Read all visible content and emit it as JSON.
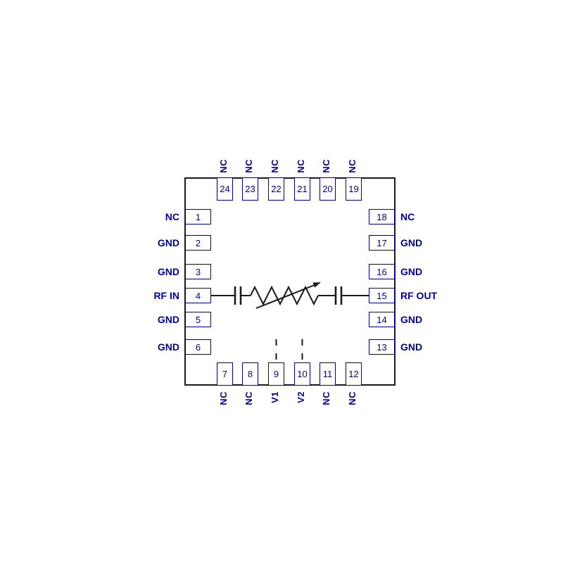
{
  "diagram": {
    "description": "24-pin package pin configuration with internal voltage variable attenuator schematic"
  },
  "pins": {
    "left": [
      {
        "number": "1",
        "label": "NC"
      },
      {
        "number": "2",
        "label": "GND"
      },
      {
        "number": "3",
        "label": "GND"
      },
      {
        "number": "4",
        "label": "RF IN"
      },
      {
        "number": "5",
        "label": "GND"
      },
      {
        "number": "6",
        "label": "GND"
      }
    ],
    "right": [
      {
        "number": "18",
        "label": "NC"
      },
      {
        "number": "17",
        "label": "GND"
      },
      {
        "number": "16",
        "label": "GND"
      },
      {
        "number": "15",
        "label": "RF OUT"
      },
      {
        "number": "14",
        "label": "GND"
      },
      {
        "number": "13",
        "label": "GND"
      }
    ],
    "top": [
      {
        "number": "24",
        "label": "NC"
      },
      {
        "number": "23",
        "label": "NC"
      },
      {
        "number": "22",
        "label": "NC"
      },
      {
        "number": "21",
        "label": "NC"
      },
      {
        "number": "20",
        "label": "NC"
      },
      {
        "number": "19",
        "label": "NC"
      }
    ],
    "bottom": [
      {
        "number": "7",
        "label": "NC"
      },
      {
        "number": "8",
        "label": "NC"
      },
      {
        "number": "9",
        "label": "V1"
      },
      {
        "number": "10",
        "label": "V2"
      },
      {
        "number": "11",
        "label": "NC"
      },
      {
        "number": "12",
        "label": "NC"
      }
    ]
  },
  "schematic_parts": {
    "input_capacitor": "dc-block-capacitor",
    "output_capacitor": "dc-block-capacitor",
    "attenuator": "variable-resistor",
    "control_1": "V1 dashed control line",
    "control_2": "V2 dashed control line"
  },
  "colors": {
    "pin_blue": "#00009a",
    "outline_black": "#1a1a1a",
    "background": "#ffffff"
  }
}
